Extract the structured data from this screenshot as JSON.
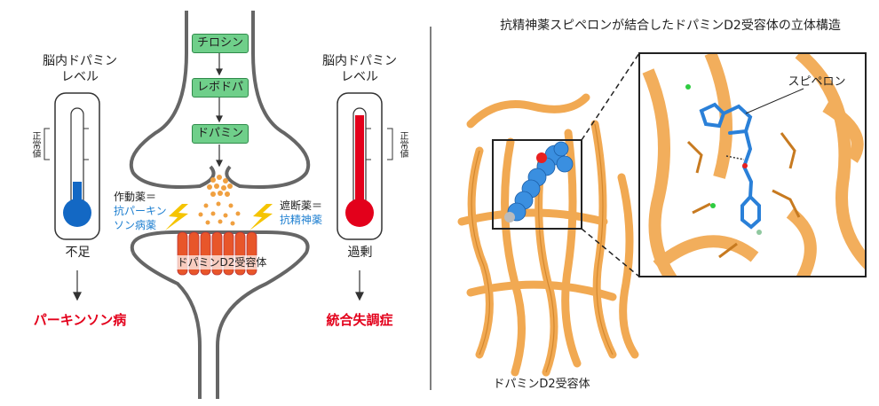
{
  "left": {
    "brain_level_left": [
      "脳内ドパミン",
      "レベル"
    ],
    "brain_level_right": [
      "脳内ドパミン",
      "レベル"
    ],
    "normal_value": "正常値",
    "deficit": "不足",
    "excess": "過剰",
    "parkinsons": "パーキンソン病",
    "schizophrenia": "統合失調症",
    "pathway": [
      "チロシン",
      "レボドパ",
      "ドパミン"
    ],
    "agonist": [
      "作動薬＝",
      "抗パーキン",
      "ソン病薬"
    ],
    "antagonist": [
      "遮断薬＝",
      "抗精神薬"
    ],
    "receptor": "ドパミンD2受容体"
  },
  "right": {
    "title": "抗精神薬スピペロンが結合したドパミンD2受容体の立体構造",
    "ligand": "スピペロン",
    "receptor_caption": "ドパミンD2受容体"
  },
  "colors": {
    "accent_red": "#e3001b",
    "blue": "#1e7fd0",
    "green": "#6fcf8a",
    "orange": "#f0a040"
  }
}
